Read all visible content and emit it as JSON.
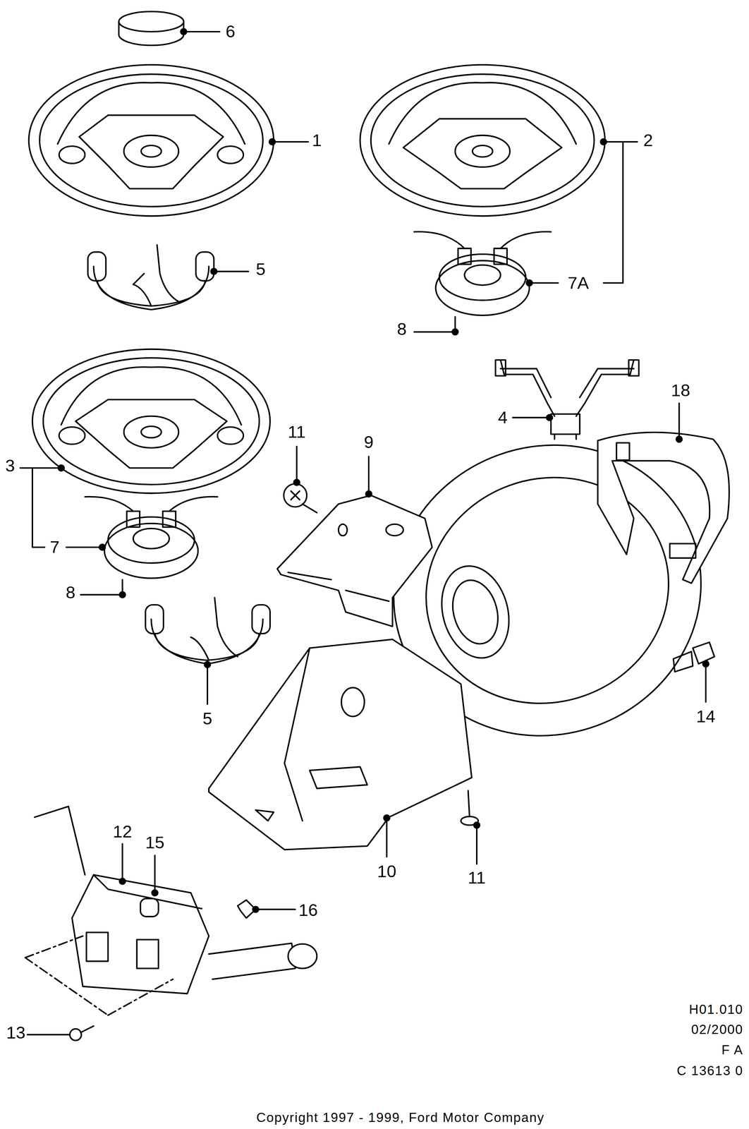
{
  "diagram": {
    "labels": [
      "6",
      "1",
      "2",
      "5",
      "7A",
      "8",
      "18",
      "4",
      "11",
      "9",
      "3",
      "7",
      "8",
      "5",
      "14",
      "12",
      "15",
      "16",
      "10",
      "11",
      "13",
      "H01.010",
      "02/2000",
      "F A",
      "C 13613 0",
      "Copyright 1997 - 1999, Ford Motor Company"
    ]
  }
}
